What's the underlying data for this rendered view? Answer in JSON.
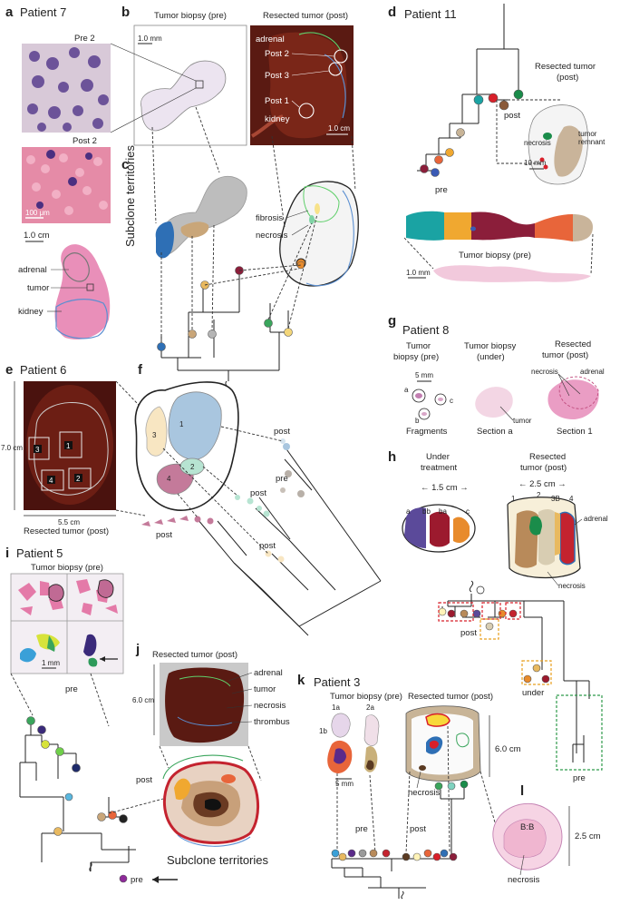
{
  "panels": {
    "a": {
      "letter": "a",
      "title": "Patient 7",
      "pre_label": "Pre 2",
      "post_label": "Post 2",
      "scale_um": "100 μm",
      "scale_cm": "1.0 cm",
      "labels": {
        "adrenal": "adrenal",
        "tumor": "tumor",
        "kidney": "kidney"
      }
    },
    "b": {
      "letter": "b",
      "biopsy_title": "Tumor biopsy (pre)",
      "resected_title": "Resected tumor (post)",
      "scale_mm": "1.0 mm",
      "scale_cm": "1.0 cm",
      "labels": {
        "adrenal": "adrenal",
        "post2": "Post 2",
        "post3": "Post 3",
        "post1": "Post 1",
        "kidney": "kidney"
      }
    },
    "c": {
      "letter": "c",
      "side_label": "Subclone territories",
      "labels": {
        "fibrosis": "fibrosis",
        "necrosis": "necrosis"
      }
    },
    "d": {
      "letter": "d",
      "title": "Patient 11",
      "resected_title": "Resected tumor\n(post)",
      "labels": {
        "tumor_remnant": "tumor\nremnant",
        "necrosis": "necrosis",
        "post": "post",
        "pre": "pre"
      },
      "scale_mm_10": "10 mm",
      "biopsy_title": "Tumor biopsy (pre)",
      "scale_mm": "1.0 mm"
    },
    "e": {
      "letter": "e",
      "title": "Patient 6",
      "height": "7.0 cm",
      "width": "5.5 cm",
      "caption": "Resected tumor (post)",
      "regions": [
        "1",
        "2",
        "3",
        "4"
      ]
    },
    "f": {
      "letter": "f",
      "regions": [
        "1",
        "2",
        "3",
        "4"
      ],
      "labels": {
        "post_a": "post",
        "pre": "pre",
        "post_b": "post",
        "post_c": "post",
        "post_d": "post"
      }
    },
    "g": {
      "letter": "g",
      "title": "Patient 8",
      "col1": "Tumor\nbiopsy (pre)",
      "col2": "Tumor biopsy\n(under)",
      "col3": "Resected\ntumor (post)",
      "scale_mm": "5 mm",
      "labels": {
        "a": "a",
        "b": "b",
        "c": "c",
        "fragments": "Fragments",
        "tumor": "tumor",
        "section_a": "Section a",
        "necrosis": "necrosis",
        "adrenal": "adrenal",
        "section1": "Section 1"
      }
    },
    "h": {
      "letter": "h",
      "col1": "Under\ntreatment",
      "col2": "Resected\ntumor (post)",
      "width1": "1.5 cm",
      "width2": "2.5 cm",
      "labels": {
        "a": "a",
        "bb": "bb",
        "ba": "ba",
        "c": "c",
        "r1": "1",
        "r2": "2",
        "r3b": "3B",
        "r4": "4",
        "adrenal": "adrenal",
        "necrosis": "necrosis",
        "post": "post",
        "under": "under",
        "pre": "pre"
      }
    },
    "i": {
      "letter": "i",
      "title": "Patient 5",
      "biopsy_title": "Tumor biopsy (pre)",
      "scale_mm": "1 mm",
      "labels": {
        "pre_top": "pre",
        "pre_bottom": "pre"
      }
    },
    "j": {
      "letter": "j",
      "title": "Resected tumor (post)",
      "height": "6.0 cm",
      "labels": {
        "adrenal": "adrenal",
        "tumor": "tumor",
        "necrosis": "necrosis",
        "thrombus": "thrombus",
        "post": "post"
      },
      "caption": "Subclone territories"
    },
    "k": {
      "letter": "k",
      "title": "Patient 3",
      "biopsy_title": "Tumor biopsy (pre)",
      "resected_title": "Resected tumor (post)",
      "height": "6.0 cm",
      "scale_mm": "5 mm",
      "labels": {
        "r1a": "1a",
        "r2a": "2a",
        "r1b": "1b",
        "necrosis": "necrosis",
        "pre": "pre",
        "post": "post"
      }
    },
    "l": {
      "letter": "l",
      "region": "B:B",
      "height": "2.5 cm",
      "necrosis": "necrosis"
    }
  },
  "colors": {
    "he_pink": "#e9a9c6",
    "he_purple": "#6b4a9a",
    "tissue_red": "#6a1d14",
    "gray_clone": "#b5b5b5",
    "blue_clone": "#2e6fb5",
    "tan_clone": "#c9a679",
    "green_clone": "#3aa55c",
    "maroon": "#8b1e3a",
    "orange": "#e88b2c"
  }
}
